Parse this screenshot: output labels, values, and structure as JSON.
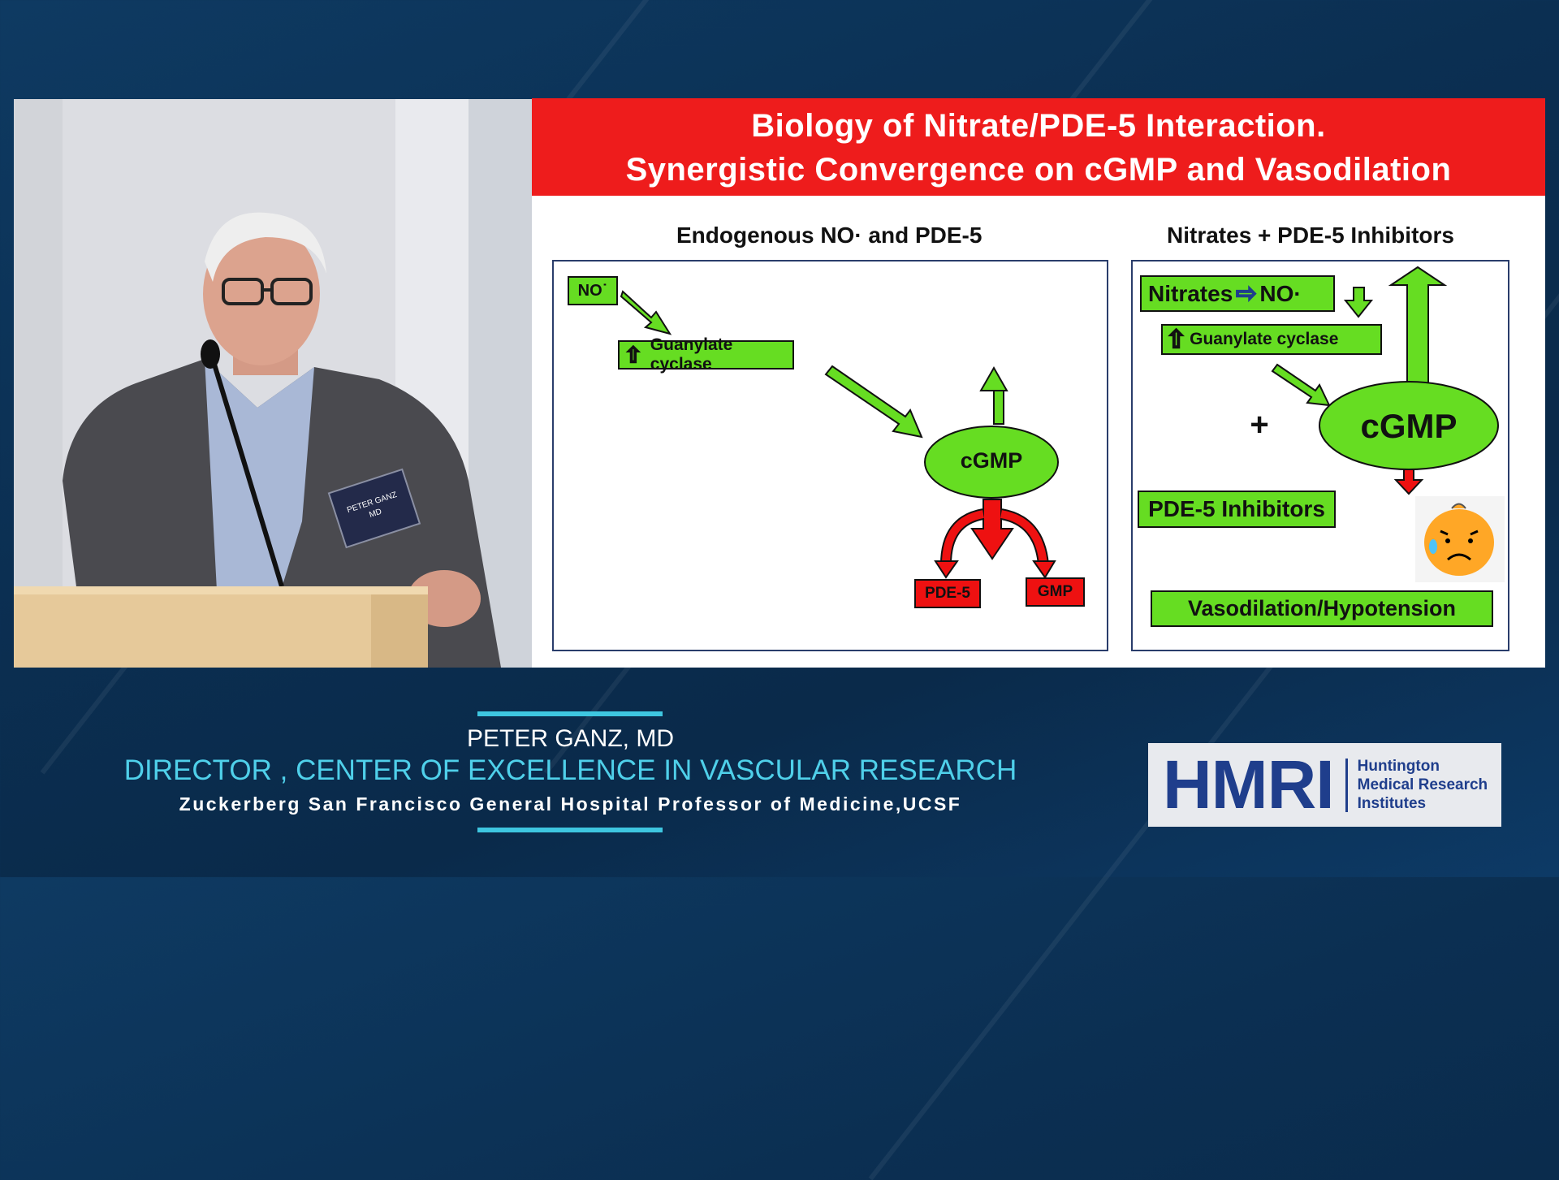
{
  "slide": {
    "title_line1": "Biology of Nitrate/PDE-5 Interaction.",
    "title_line2": "Synergistic Convergence on cGMP and Vasodilation",
    "left": {
      "title": "Endogenous NO· and PDE-5",
      "no_label": "NO˙",
      "gc_label": "Guanylate cyclase",
      "cgmp_label": "cGMP",
      "pde5_label": "PDE-5",
      "gmp_label": "GMP"
    },
    "right": {
      "title": "Nitrates + PDE-5 Inhibitors",
      "nitrates_label": "Nitrates",
      "no_label": "NO·",
      "gc_label": "Guanylate cyclase",
      "plus_label": "+",
      "cgmp_label": "cGMP",
      "pde5i_label": "PDE-5 Inhibitors",
      "vaso_label": "Vasodilation/Hypotension",
      "emoji_icon": "worried-face-icon"
    }
  },
  "lower_third": {
    "name": "PETER GANZ, MD",
    "role": "DIRECTOR , CENTER OF EXCELLENCE IN VASCULAR RESEARCH",
    "affiliation": "Zuckerberg San Francisco General Hospital Professor of Medicine,UCSF"
  },
  "logo": {
    "mark": "HMRI",
    "line1": "Huntington",
    "line2": "Medical Research",
    "line3": "Institutes"
  },
  "badge": {
    "line1": "PETER GANZ",
    "line2": "MD"
  },
  "colors": {
    "green": "#66dd22",
    "red": "#ee1111",
    "title_red": "#ee1c1c",
    "accent_cyan": "#4fd0ea",
    "logo_blue": "#1f3e8c"
  }
}
